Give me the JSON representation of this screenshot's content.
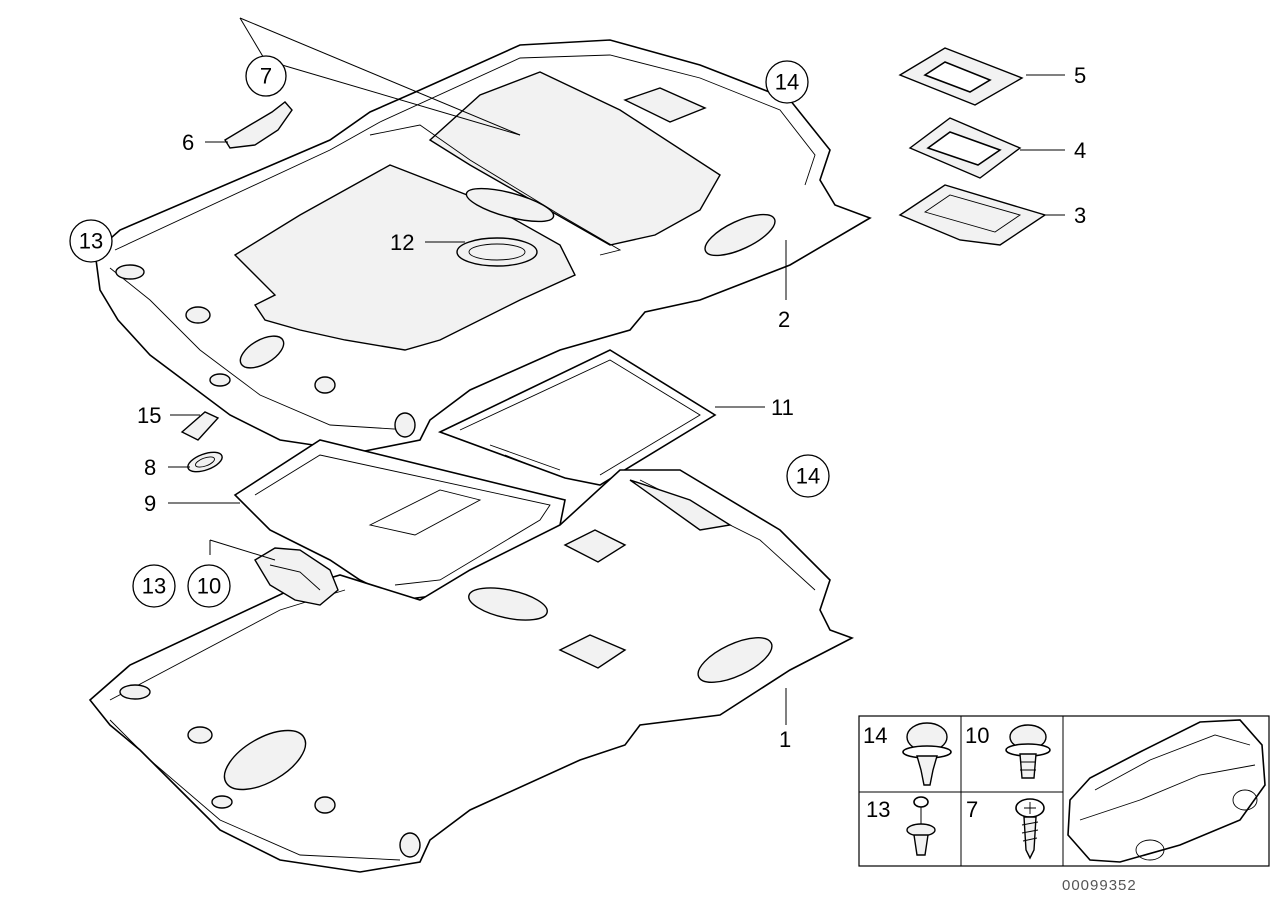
{
  "callouts": {
    "c1": "1",
    "c2": "2",
    "c3": "3",
    "c4": "4",
    "c5": "5",
    "c6": "6",
    "c7_circled": "7",
    "c8": "8",
    "c9": "9",
    "c10_circled": "10",
    "c11": "11",
    "c12": "12",
    "c13_top_circled": "13",
    "c13_bottom_circled": "13",
    "c14_top_circled": "14",
    "c14_mid_circled": "14",
    "c15": "15"
  },
  "fastener_table": {
    "cell_14": "14",
    "cell_10": "10",
    "cell_13": "13",
    "cell_7": "7"
  },
  "document_number": "00099352"
}
